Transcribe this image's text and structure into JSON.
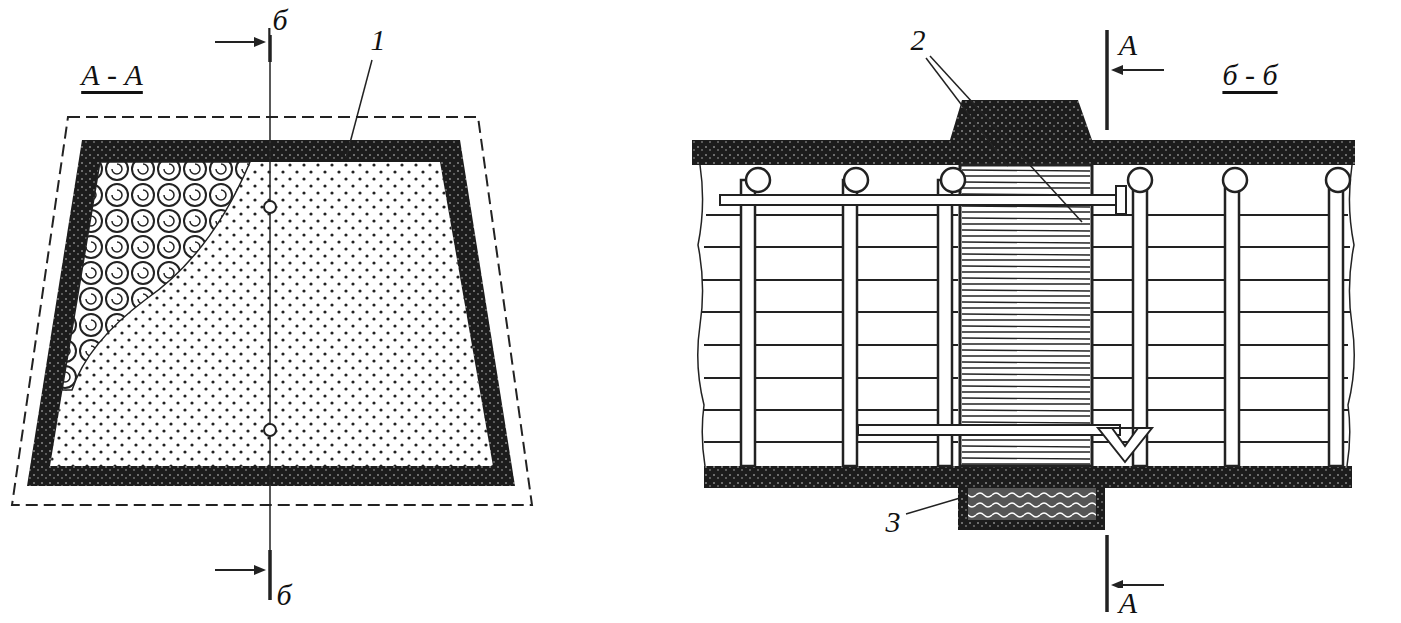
{
  "diagram": {
    "labels": [
      "А - А",
      "б",
      "б",
      "1",
      "2",
      "А",
      "б - б",
      "3",
      "А"
    ]
  }
}
